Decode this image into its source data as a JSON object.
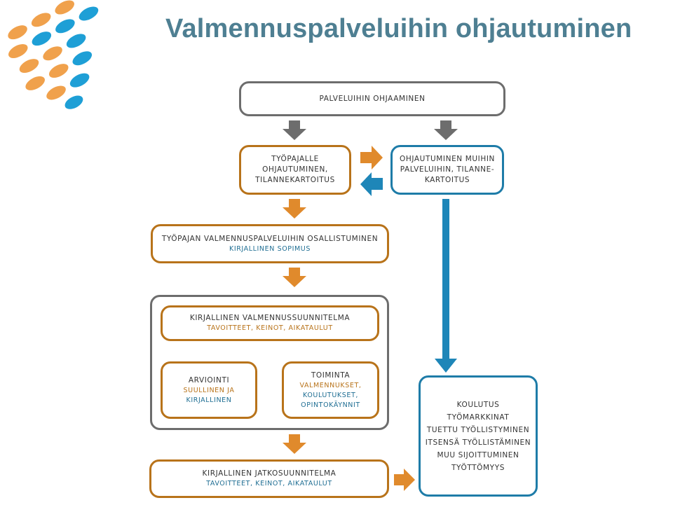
{
  "title": "Valmennuspalveluihin ohjautuminen",
  "colors": {
    "orange": "#e08a2c",
    "blue": "#1e86b8",
    "gray": "#6d6d6d",
    "title": "#4e7f92"
  },
  "boxes": {
    "palveluihin": {
      "lines": [
        "PALVELUIHIN OHJAAMINEN"
      ]
    },
    "tyopajalle": {
      "lines": [
        "TYÖPAJALLE",
        "OHJAUTUMINEN,",
        "TILANNEKARTOITUS"
      ]
    },
    "muihin": {
      "lines": [
        "OHJAUTUMINEN MUIHIN",
        "PALVELUIHIN, TILANNE-",
        "KARTOITUS"
      ]
    },
    "osallistuminen": {
      "lines": [
        "TYÖPAJAN VALMENNUSPALVELUIHIN OSALLISTUMINEN"
      ],
      "sub": [
        "KIRJALLINEN SOPIMUS"
      ]
    },
    "suunnitelma": {
      "lines": [
        "KIRJALLINEN VALMENNUSSUUNNITELMA"
      ],
      "sub": [
        "TAVOITTEET, KEINOT, AIKATAULUT"
      ]
    },
    "arviointi": {
      "lines": [
        "ARVIOINTI"
      ],
      "sub": [
        "SUULLINEN JA",
        "KIRJALLINEN"
      ]
    },
    "toiminta": {
      "lines": [
        "TOIMINTA"
      ],
      "sub": [
        "VALMENNUKSET,",
        "KOULUTUKSET,",
        "OPINTOKÄYNNIT"
      ]
    },
    "jatko": {
      "lines": [
        "KIRJALLINEN JATKOSUUNNITELMA"
      ],
      "sub": [
        "TAVOITTEET, KEINOT, AIKATAULUT"
      ]
    },
    "tulokset": {
      "lines": [
        "KOULUTUS",
        "TYÖMARKKINAT",
        "TUETTU TYÖLLISTYMINEN",
        "ITSENSÄ TYÖLLISTÄMINEN",
        "MUU SIJOITTUMINEN",
        "TYÖTTÖMYYS"
      ]
    }
  }
}
